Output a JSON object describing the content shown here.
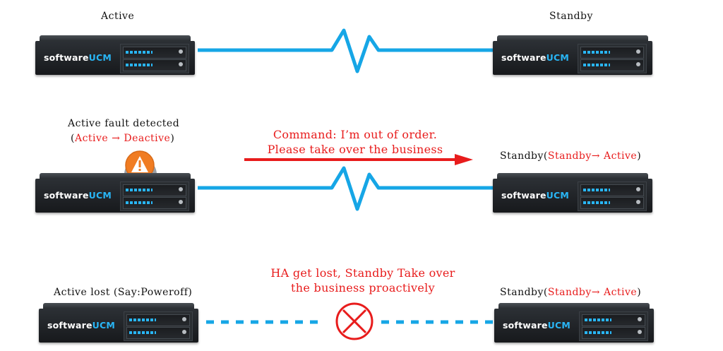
{
  "row1": {
    "left_label": "Active",
    "right_label": "Standby"
  },
  "row2": {
    "left_label_line1": "Active fault detected",
    "left_label_open": "(",
    "left_label_transition": "Active → Deactive",
    "left_label_close": ")",
    "message_line1": "Command: I’m out of order.",
    "message_line2": "Please take over the business",
    "right_label_prefix": "Standby(",
    "right_label_transition": "Standby→ Active",
    "right_label_suffix": ")"
  },
  "row3": {
    "left_label": "Active lost (Say:Poweroff)",
    "message_line1": "HA get lost, Standby Take over",
    "message_line2": "the business proactively",
    "right_label_prefix": "Standby(",
    "right_label_transition": "Standby→ Active",
    "right_label_suffix": ")"
  },
  "device": {
    "brand_prefix": "software",
    "brand_suffix": "UCM"
  },
  "colors": {
    "link": "#16a6e6",
    "alert_text": "#e81c1c",
    "warning_badge": "#f07c22",
    "failure_mark": "#e81c1c"
  },
  "icons": [
    "warning-icon",
    "failure-x-icon"
  ]
}
